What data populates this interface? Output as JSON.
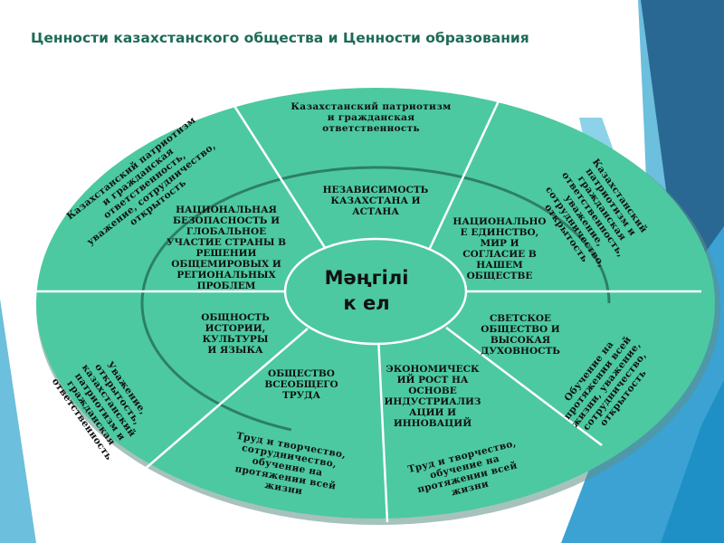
{
  "slide": {
    "title": "Ценности казахстанского общества и Ценности образования",
    "colors": {
      "wheel_fill": "#4cc9a0",
      "wheel_shadow": "#3a9c7c",
      "divider": "#ffffff",
      "inner_arc": "#2d7f66",
      "title_color": "#1d6b57",
      "bg_light_blue": "#6cbfdd",
      "bg_dark_blue": "#2a6894",
      "bg_mid_blue": "#3ba2d3"
    }
  },
  "wheel": {
    "center": {
      "label": "Мәңгілі\nк ел"
    },
    "inner_segments": [
      {
        "id": "independence",
        "label": "НЕЗАВИСИМОСТЬ\nКАЗАХСТАНА И\nАСТАНА"
      },
      {
        "id": "national-unity",
        "label": "НАЦИОНАЛЬНО\nЕ ЕДИНСТВО,\nМИР  И\nСОГЛАСИЕ В\nНАШЕМ\nОБЩЕСТВЕ"
      },
      {
        "id": "secular-society",
        "label": "СВЕТСКОЕ\nОБЩЕСТВО И\nВЫСОКАЯ\nДУХОВНОСТЬ"
      },
      {
        "id": "economic-growth",
        "label": "ЭКОНОМИЧЕСК\nИЙ РОСТ НА\nОСНОВЕ\nИНДУСТРИАЛИЗ\nАЦИИ И\nИННОВАЦИЙ"
      },
      {
        "id": "universal-labor",
        "label": "ОБЩЕСТВО\nВСЕОБЩЕГО\nТРУДА"
      },
      {
        "id": "common-history",
        "label": "ОБЩНОСТЬ\nИСТОРИИ,\nКУЛЬТУРЫ\nИ ЯЗЫКА"
      },
      {
        "id": "national-security",
        "label": "НАЦИОНАЛЬНАЯ\nБЕЗОПАСНОСТЬ И\nГЛОБАЛЬНОЕ\nУЧАСТИЕ СТРАНЫ В\nРЕШЕНИИ\nОБЩЕМИРОВЫХ И\nРЕГИОНАЛЬНЫХ\nПРОБЛЕМ"
      }
    ],
    "outer_segments": [
      {
        "id": "top",
        "label": "Казахстанский патриотизм\nи гражданская\nответственность"
      },
      {
        "id": "upper-right",
        "label": "Казахстанский\nпатриотизм и\nгражданская\nответственность,\nуважение,\nсотрудничество,\nоткрытость"
      },
      {
        "id": "lower-right",
        "label": "Обучение на\nпротяжении всей\nжизни, уважение,\nсотрудничество,\nоткрытость"
      },
      {
        "id": "bottom-right",
        "label": "Труд и творчество,\nобучение на\nпротяжении всей\nжизни"
      },
      {
        "id": "bottom-left",
        "label": "Труд и творчество,\nсотрудничество,\nобучение на\nпротяжении всей\nжизни"
      },
      {
        "id": "lower-left",
        "label": "Уважение,\nоткрытость,\nказахстанский\nпатриотизм и\nгражданская\nответственность"
      },
      {
        "id": "upper-left",
        "label": "Казахстанский патриотизм\nи гражданская\nответственность,\nуважение, сотрудничество,\nоткрытость"
      }
    ]
  }
}
